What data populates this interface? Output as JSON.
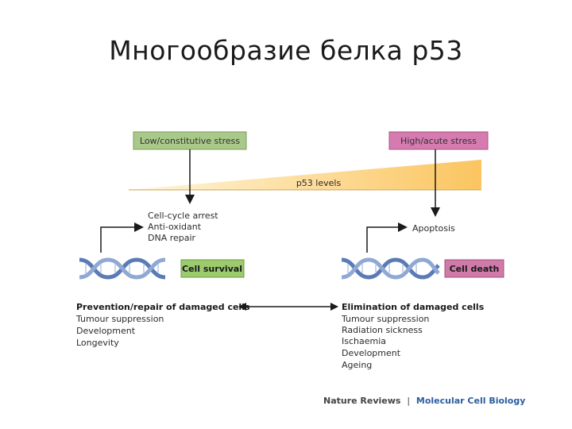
{
  "title": "Многообразие белка р53",
  "diagram": {
    "stress_low": "Low/constitutive stress",
    "stress_high": "High/acute stress",
    "p53_levels": "p53 levels",
    "left_responses": [
      "Cell-cycle arrest",
      "Anti-oxidant",
      "DNA repair"
    ],
    "right_response": "Apoptosis",
    "cell_survival": "Cell survival",
    "cell_death": "Cell death",
    "left_outcome": {
      "heading": "Prevention/repair of damaged cells",
      "items": [
        "Tumour suppression",
        "Development",
        "Longevity"
      ]
    },
    "right_outcome": {
      "heading": "Elimination of damaged cells",
      "items": [
        "Tumour suppression",
        "Radiation sickness",
        "Ischaemia",
        "Development",
        "Ageing"
      ]
    }
  },
  "credit": {
    "journal": "Nature Reviews",
    "separator": "|",
    "subject": "Molecular Cell Biology"
  },
  "colors": {
    "low_box": "#a9c98a",
    "high_box": "#d57bb0",
    "survival_box": "#9ccb6e",
    "death_box": "#d07aa8",
    "gradient_light": "#fff6dc",
    "gradient_dark": "#fbc560",
    "dna_blue": "#5a7bb5",
    "credit_gray": "#444444",
    "credit_blue": "#2b5ea0"
  }
}
